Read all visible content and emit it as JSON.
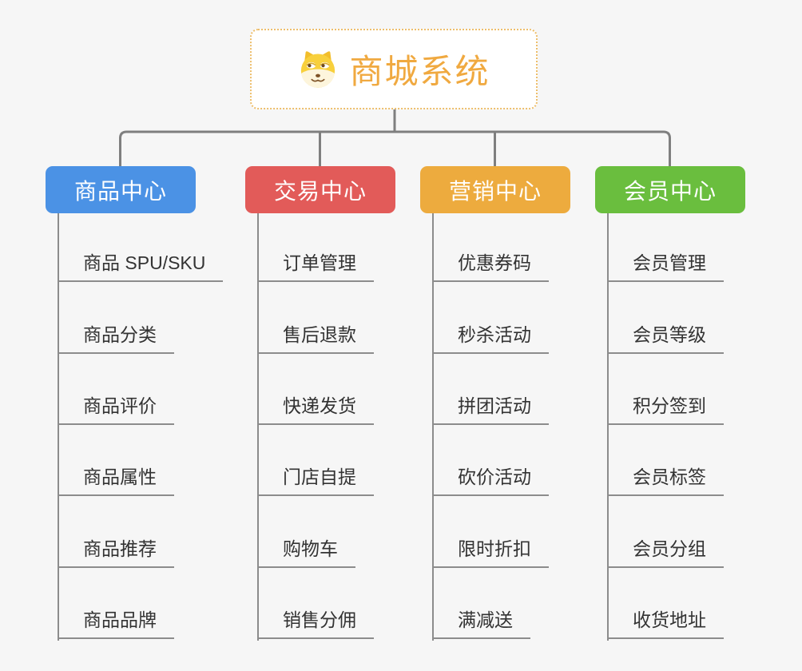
{
  "canvas": {
    "background": "#F6F6F6"
  },
  "root": {
    "title": "商城系统",
    "icon": "doge-face-icon",
    "title_color": "#F0A940",
    "border_color": "#EDBE6B",
    "fill_color": "#FFFFFF"
  },
  "connector": {
    "bus_color": "#7F7F7F",
    "leaf_line_color": "#8C8C8C"
  },
  "branches": [
    {
      "label": "商品中心",
      "color": "#4B92E5",
      "items": [
        "商品 SPU/SKU",
        "商品分类",
        "商品评价",
        "商品属性",
        "商品推荐",
        "商品品牌"
      ]
    },
    {
      "label": "交易中心",
      "color": "#E25B59",
      "items": [
        "订单管理",
        "售后退款",
        "快递发货",
        "门店自提",
        "购物车",
        "销售分佣"
      ]
    },
    {
      "label": "营销中心",
      "color": "#EDAB3E",
      "items": [
        "优惠券码",
        "秒杀活动",
        "拼团活动",
        "砍价活动",
        "限时折扣",
        "满减送"
      ]
    },
    {
      "label": "会员中心",
      "color": "#6ABE3E",
      "items": [
        "会员管理",
        "会员等级",
        "积分签到",
        "会员标签",
        "会员分组",
        "收货地址"
      ]
    }
  ],
  "leaf_text_color": "#333333"
}
